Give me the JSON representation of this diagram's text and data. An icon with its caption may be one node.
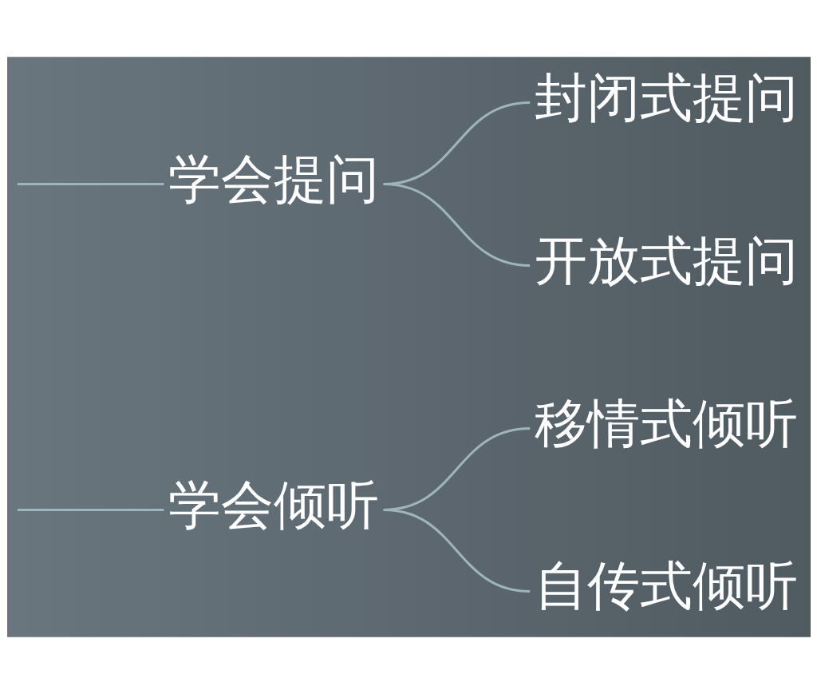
{
  "diagram": {
    "nodes": [
      {
        "text": [
          "学会倾听"
        ]
      },
      {
        "text": [
          "移情式倾听"
        ]
      },
      {
        "text": [
          "自传式倾听"
        ]
      },
      {
        "text": [
          "学会提问"
        ]
      },
      {
        "text": [
          "封闭式提问"
        ]
      },
      {
        "text": [
          "开放式提问"
        ]
      }
    ],
    "edges": [
      {
        "from": null,
        "to": 0,
        "arrow": "none"
      },
      {
        "from": null,
        "to": 3,
        "arrow": "none"
      },
      {
        "from": 0,
        "to": 1,
        "arrow": "none"
      },
      {
        "from": 0,
        "to": 2,
        "arrow": "none"
      },
      {
        "from": 3,
        "to": 4,
        "arrow": "none"
      },
      {
        "from": 3,
        "to": 5,
        "arrow": "none"
      }
    ]
  }
}
